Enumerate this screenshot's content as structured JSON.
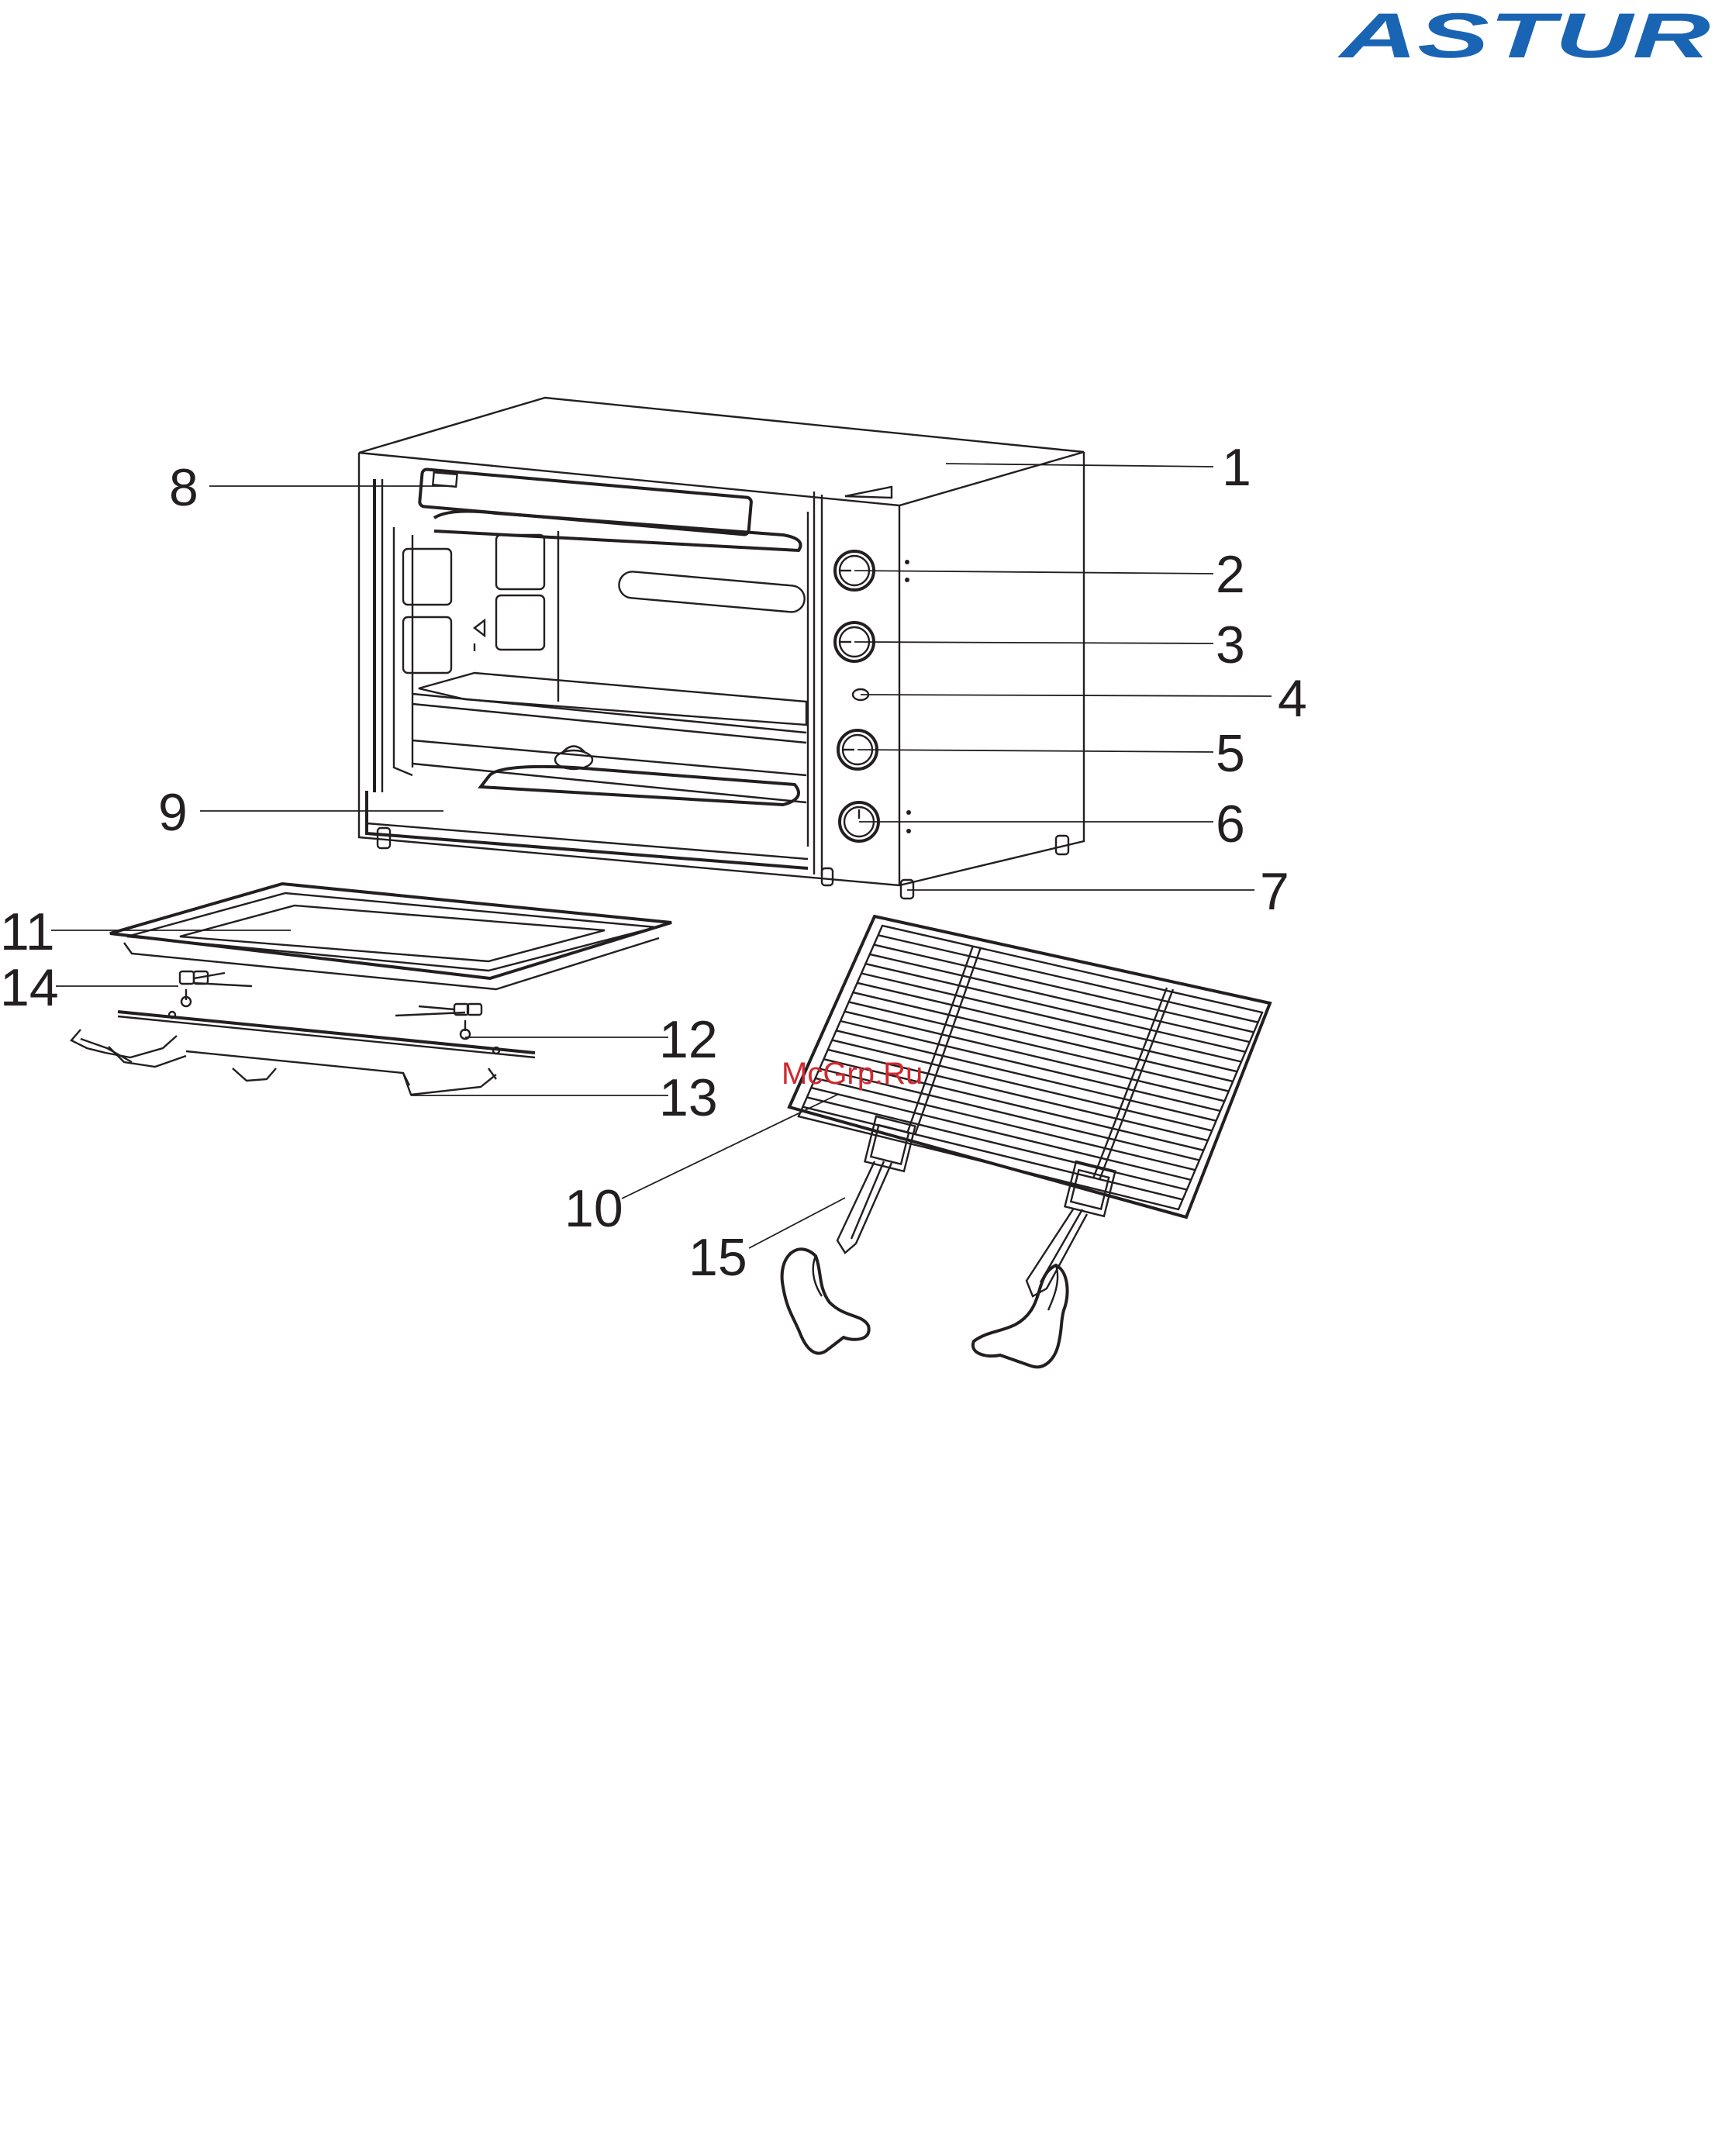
{
  "brand": {
    "logo_text": "ASTUR",
    "color": "#1a64b4"
  },
  "watermark": {
    "text": "McGrp.Ru",
    "color": "#d0282e"
  },
  "callouts": [
    "1",
    "2",
    "3",
    "4",
    "5",
    "6",
    "7",
    "8",
    "9",
    "10",
    "11",
    "12",
    "13",
    "14",
    "15"
  ]
}
